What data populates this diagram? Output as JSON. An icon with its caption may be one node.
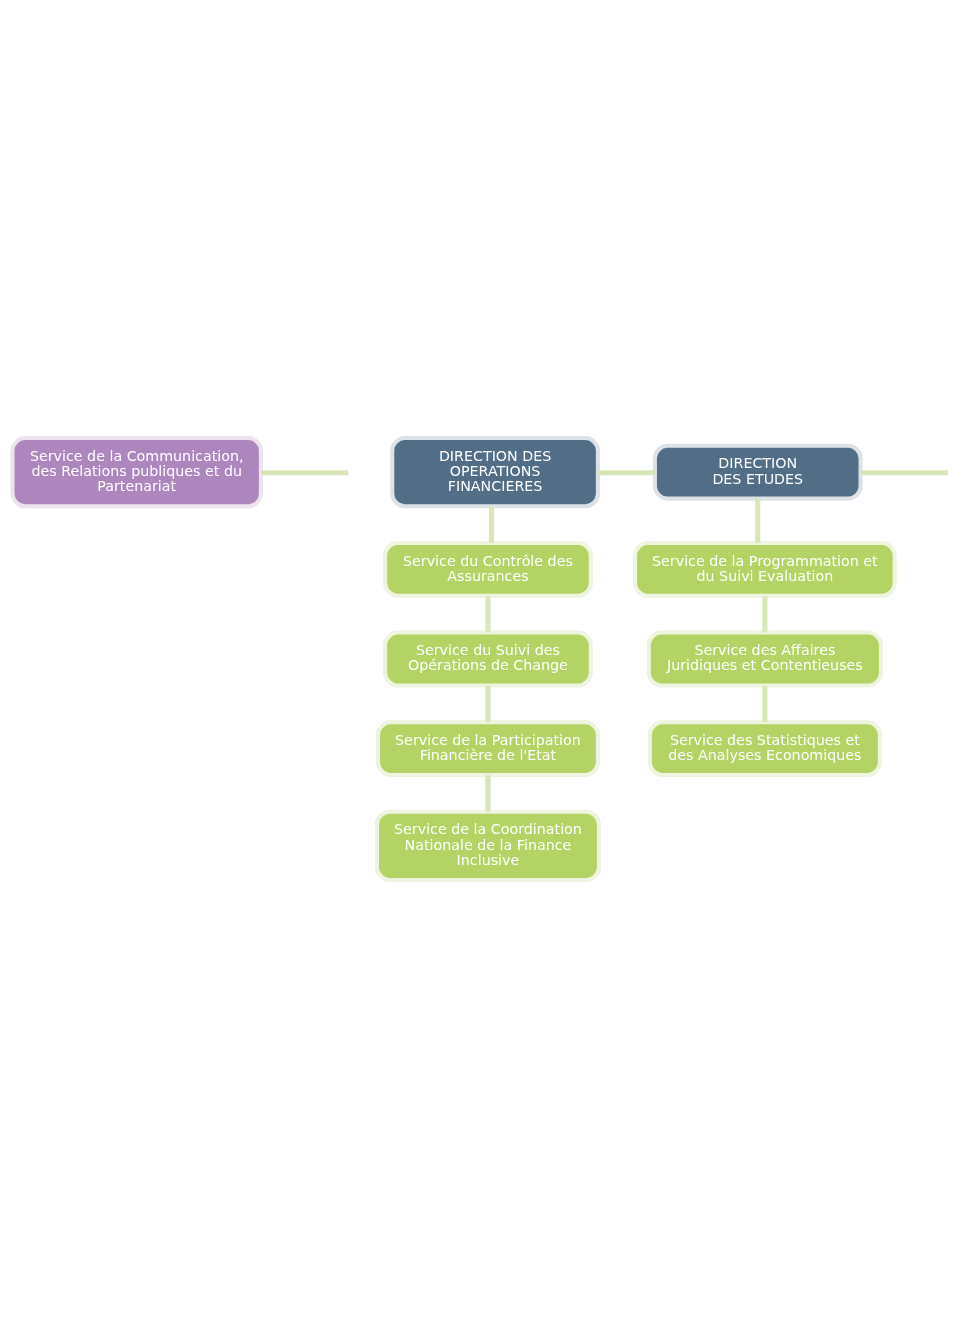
{
  "diagram": {
    "nodes": [
      {
        "text": [
          "Service de la Communication, des Relations publiques et du Partenariat"
        ]
      },
      {
        "text": [
          "DIRECTION DES OPERATIONS FINANCIERES"
        ]
      },
      {
        "text": [
          "DIRECTION DES ETUDES"
        ]
      },
      {
        "text": [
          "Service du Contrôle des Assurances"
        ]
      },
      {
        "text": [
          "Service du Suivi des Opérations de Change"
        ]
      },
      {
        "text": [
          "Service de la Participation Financière de l'Etat"
        ]
      },
      {
        "text": [
          "Service de la Coordination Nationale de la Finance Inclusive"
        ]
      },
      {
        "text": [
          "Service de la Programmation et du Suivi Evaluation"
        ]
      },
      {
        "text": [
          "Service des Affaires Juridiques et Contentieuses"
        ]
      },
      {
        "text": [
          "Service des Statistiques et des Analyses Economiques"
        ]
      }
    ],
    "edges": [
      {
        "from": 0,
        "to": null,
        "arrow": "none"
      },
      {
        "from": 1,
        "to": 2,
        "arrow": "none"
      },
      {
        "from": 2,
        "to": null,
        "arrow": "none"
      },
      {
        "from": 1,
        "to": 3,
        "arrow": "none"
      },
      {
        "from": 3,
        "to": 4,
        "arrow": "none"
      },
      {
        "from": 4,
        "to": 5,
        "arrow": "none"
      },
      {
        "from": 5,
        "to": 6,
        "arrow": "none"
      },
      {
        "from": 2,
        "to": 7,
        "arrow": "none"
      },
      {
        "from": 7,
        "to": 8,
        "arrow": "none"
      },
      {
        "from": 8,
        "to": 9,
        "arrow": "none"
      }
    ]
  }
}
